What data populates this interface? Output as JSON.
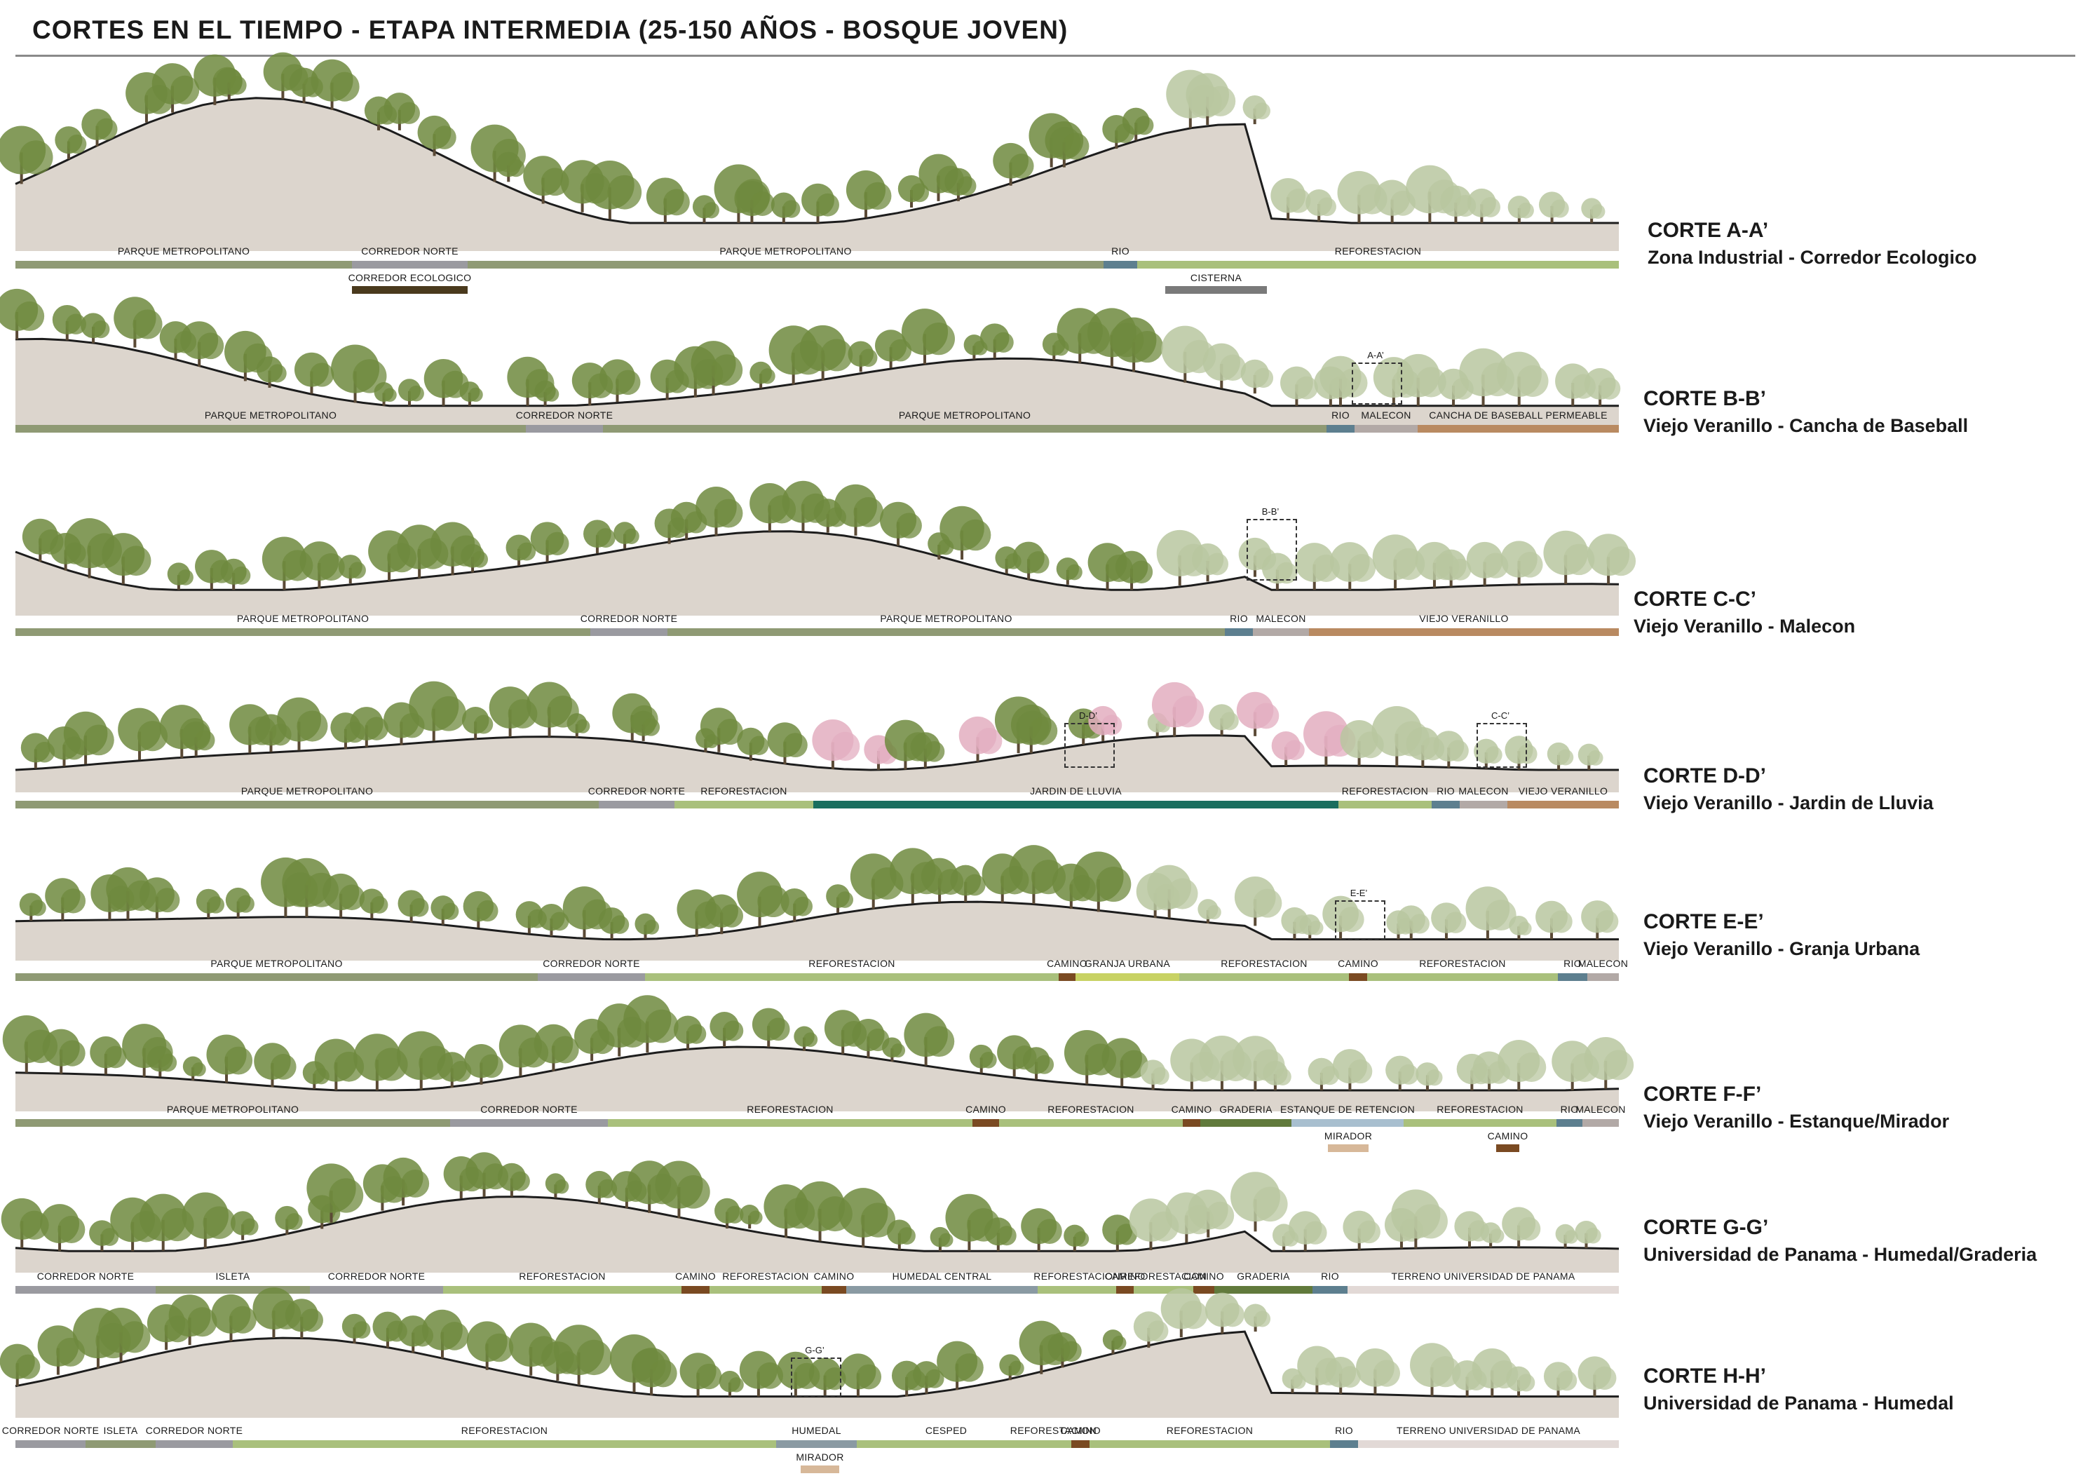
{
  "page_title": "CORTES EN EL TIEMPO - ETAPA INTERMEDIA (25-150 AÑOS - BOSQUE JOVEN)",
  "colors": {
    "parque": "#8f9a74",
    "corredor": "#9a9aa0",
    "reforestacion": "#a9c07c",
    "rio": "#5d7f8f",
    "malecon": "#b2a9a6",
    "viejo_veranillo": "#b98a61",
    "cancha": "#b98a61",
    "jardin": "#196e5e",
    "camino": "#7a4a22",
    "granja": "#c8d264",
    "graderia": "#617a3c",
    "estanque": "#a8bfcf",
    "humedal": "#8a9aa3",
    "cesped": "#a9c07c",
    "terreno": "#e2d9d6",
    "isleta": "#8f9a74",
    "corredor_ecologico": "#4a3a1d",
    "cisterna": "#7a7a7a",
    "mirador": "#d7b899",
    "ground": "#dcd5cd",
    "tree_dark": "#6f8a3e",
    "tree_light": "#b9c7a0",
    "tree_pink": "#e3aec0"
  },
  "sections": [
    {
      "id": "a",
      "title": "CORTE A-A’",
      "subtitle": "Zona Industrial - Corredor Ecologico",
      "zones": [
        {
          "label": "PARQUE METROPOLITANO",
          "color": "parque",
          "from": 0,
          "to": 480
        },
        {
          "label": "CORREDOR NORTE",
          "color": "corredor",
          "from": 480,
          "to": 645
        },
        {
          "label": "PARQUE METROPOLITANO",
          "color": "parque",
          "from": 645,
          "to": 1552
        },
        {
          "label": "RIO",
          "color": "rio",
          "from": 1552,
          "to": 1600
        },
        {
          "label": "REFORESTACION",
          "color": "reforestacion",
          "from": 1600,
          "to": 2287
        }
      ],
      "sub_bars": [
        {
          "label": "CORREDOR ECOLOGICO",
          "color": "corredor_ecologico",
          "from": 480,
          "to": 645
        },
        {
          "label": "CISTERNA",
          "color": "cisterna",
          "from": 1640,
          "to": 1785
        }
      ],
      "callouts": []
    },
    {
      "id": "b",
      "title": "CORTE B-B’",
      "subtitle": "Viejo Veranillo - Cancha de Baseball",
      "zones": [
        {
          "label": "PARQUE METROPOLITANO",
          "color": "parque",
          "from": 0,
          "to": 728
        },
        {
          "label": "CORREDOR NORTE",
          "color": "corredor",
          "from": 728,
          "to": 838
        },
        {
          "label": "PARQUE METROPOLITANO",
          "color": "parque",
          "from": 838,
          "to": 1870
        },
        {
          "label": "RIO",
          "color": "rio",
          "from": 1870,
          "to": 1910
        },
        {
          "label": "MALECON",
          "color": "malecon",
          "from": 1910,
          "to": 2000
        },
        {
          "label": "CANCHA DE BASEBALL PERMEABLE",
          "color": "cancha",
          "from": 2000,
          "to": 2287
        }
      ],
      "sub_bars": [],
      "callouts": [
        {
          "label": "A-A’",
          "at": 1940
        }
      ]
    },
    {
      "id": "c",
      "title": "CORTE C-C’",
      "subtitle": "Viejo Veranillo - Malecon",
      "zones": [
        {
          "label": "PARQUE METROPOLITANO",
          "color": "parque",
          "from": 0,
          "to": 820
        },
        {
          "label": "CORREDOR NORTE",
          "color": "corredor",
          "from": 820,
          "to": 930
        },
        {
          "label": "PARQUE METROPOLITANO",
          "color": "parque",
          "from": 930,
          "to": 1725
        },
        {
          "label": "RIO",
          "color": "rio",
          "from": 1725,
          "to": 1765
        },
        {
          "label": "MALECON",
          "color": "malecon",
          "from": 1765,
          "to": 1845
        },
        {
          "label": "VIEJO VERANILLO",
          "color": "viejo_veranillo",
          "from": 1845,
          "to": 2287
        }
      ],
      "sub_bars": [],
      "callouts": [
        {
          "label": "B-B’",
          "at": 1790
        }
      ]
    },
    {
      "id": "d",
      "title": "CORTE D-D’",
      "subtitle": "Viejo Veranillo - Jardin de Lluvia",
      "zones": [
        {
          "label": "PARQUE METROPOLITANO",
          "color": "parque",
          "from": 0,
          "to": 832
        },
        {
          "label": "CORREDOR NORTE",
          "color": "corredor",
          "from": 832,
          "to": 940
        },
        {
          "label": "REFORESTACION",
          "color": "reforestacion",
          "from": 940,
          "to": 1138
        },
        {
          "label": "JARDIN DE LLUVIA",
          "color": "jardin",
          "from": 1138,
          "to": 1887
        },
        {
          "label": "REFORESTACION",
          "color": "reforestacion",
          "from": 1887,
          "to": 2020
        },
        {
          "label": "RIO",
          "color": "rio",
          "from": 2020,
          "to": 2060
        },
        {
          "label": "MALECON",
          "color": "malecon",
          "from": 2060,
          "to": 2128
        },
        {
          "label": "VIEJO VERANILLO",
          "color": "viejo_veranillo",
          "from": 2128,
          "to": 2287
        }
      ],
      "sub_bars": [],
      "callouts": [
        {
          "label": "D-D’",
          "at": 1530
        },
        {
          "label": "C-C’",
          "at": 2118
        }
      ]
    },
    {
      "id": "e",
      "title": "CORTE E-E’",
      "subtitle": "Viejo Veranillo - Granja Urbana",
      "zones": [
        {
          "label": "PARQUE METROPOLITANO",
          "color": "parque",
          "from": 0,
          "to": 745
        },
        {
          "label": "CORREDOR NORTE",
          "color": "corredor",
          "from": 745,
          "to": 898
        },
        {
          "label": "REFORESTACION",
          "color": "reforestacion",
          "from": 898,
          "to": 1488
        },
        {
          "label": "CAMINO",
          "color": "camino",
          "from": 1488,
          "to": 1512
        },
        {
          "label": "GRANJA URBANA",
          "color": "granja",
          "from": 1512,
          "to": 1660
        },
        {
          "label": "REFORESTACION",
          "color": "reforestacion",
          "from": 1660,
          "to": 1902
        },
        {
          "label": "CAMINO",
          "color": "camino",
          "from": 1902,
          "to": 1928
        },
        {
          "label": "REFORESTACION",
          "color": "reforestacion",
          "from": 1928,
          "to": 2200
        },
        {
          "label": "RIO",
          "color": "rio",
          "from": 2200,
          "to": 2242
        },
        {
          "label": "MALECON",
          "color": "malecon",
          "from": 2242,
          "to": 2287
        }
      ],
      "sub_bars": [],
      "callouts": [
        {
          "label": "E-E’",
          "at": 1916
        }
      ]
    },
    {
      "id": "f",
      "title": "CORTE F-F’",
      "subtitle": "Viejo Veranillo - Estanque/Mirador",
      "zones": [
        {
          "label": "PARQUE METROPOLITANO",
          "color": "parque",
          "from": 0,
          "to": 620
        },
        {
          "label": "CORREDOR  NORTE",
          "color": "corredor",
          "from": 620,
          "to": 845
        },
        {
          "label": "REFORESTACION",
          "color": "reforestacion",
          "from": 845,
          "to": 1365
        },
        {
          "label": "CAMINO",
          "color": "camino",
          "from": 1365,
          "to": 1403
        },
        {
          "label": "REFORESTACION",
          "color": "reforestacion",
          "from": 1403,
          "to": 1665
        },
        {
          "label": "CAMINO",
          "color": "camino",
          "from": 1665,
          "to": 1690
        },
        {
          "label": "GRADERIA",
          "color": "graderia",
          "from": 1690,
          "to": 1820
        },
        {
          "label": "ESTANQUE DE RETENCION",
          "color": "estanque",
          "from": 1820,
          "to": 1980
        },
        {
          "label": "REFORESTACION",
          "color": "reforestacion",
          "from": 1980,
          "to": 2198
        },
        {
          "label": "RIO",
          "color": "rio",
          "from": 2198,
          "to": 2235
        },
        {
          "label": "MALECON",
          "color": "malecon",
          "from": 2235,
          "to": 2287
        }
      ],
      "sub_bars": [
        {
          "label": "MIRADOR",
          "color": "mirador",
          "from": 1872,
          "to": 1930
        },
        {
          "label": "CAMINO",
          "color": "camino",
          "from": 2112,
          "to": 2145
        }
      ],
      "callouts": []
    },
    {
      "id": "g",
      "title": "CORTE G-G’",
      "subtitle": "Universidad de Panama - Humedal/Graderia",
      "zones": [
        {
          "label": "CORREDOR NORTE",
          "color": "corredor",
          "from": 0,
          "to": 200
        },
        {
          "label": "ISLETA",
          "color": "isleta",
          "from": 200,
          "to": 420
        },
        {
          "label": "CORREDOR NORTE",
          "color": "corredor",
          "from": 420,
          "to": 610
        },
        {
          "label": "REFORESTACION",
          "color": "reforestacion",
          "from": 610,
          "to": 950
        },
        {
          "label": "CAMINO",
          "color": "camino",
          "from": 950,
          "to": 990
        },
        {
          "label": "REFORESTACION",
          "color": "reforestacion",
          "from": 990,
          "to": 1150
        },
        {
          "label": "CAMINO",
          "color": "camino",
          "from": 1150,
          "to": 1185
        },
        {
          "label": "HUMEDAL CENTRAL",
          "color": "humedal",
          "from": 1185,
          "to": 1458
        },
        {
          "label": "REFORESTACION",
          "color": "reforestacion",
          "from": 1458,
          "to": 1570
        },
        {
          "label": "CAMINO",
          "color": "camino",
          "from": 1570,
          "to": 1595
        },
        {
          "label": "REFORESTACION",
          "color": "reforestacion",
          "from": 1595,
          "to": 1680
        },
        {
          "label": "CAMINO",
          "color": "camino",
          "from": 1680,
          "to": 1710
        },
        {
          "label": "GRADERIA",
          "color": "graderia",
          "from": 1710,
          "to": 1850
        },
        {
          "label": "RIO",
          "color": "rio",
          "from": 1850,
          "to": 1900
        },
        {
          "label": "TERRENO UNIVERSIDAD DE PANAMA",
          "color": "terreno",
          "from": 1900,
          "to": 2287
        }
      ],
      "sub_bars": [],
      "callouts": []
    },
    {
      "id": "h",
      "title": "CORTE H-H’",
      "subtitle": "Universidad de Panama - Humedal",
      "zones": [
        {
          "label": "CORREDOR NORTE",
          "color": "corredor",
          "from": 0,
          "to": 100
        },
        {
          "label": "ISLETA",
          "color": "isleta",
          "from": 100,
          "to": 200
        },
        {
          "label": "CORREDOR NORTE",
          "color": "corredor",
          "from": 200,
          "to": 310
        },
        {
          "label": "REFORESTACION",
          "color": "reforestacion",
          "from": 310,
          "to": 1085
        },
        {
          "label": "HUMEDAL",
          "color": "humedal",
          "from": 1085,
          "to": 1200
        },
        {
          "label": "CESPED",
          "color": "cesped",
          "from": 1200,
          "to": 1455
        },
        {
          "label": "REFORESTACION",
          "color": "reforestacion",
          "from": 1455,
          "to": 1506
        },
        {
          "label": "CAMINO",
          "color": "camino",
          "from": 1506,
          "to": 1532
        },
        {
          "label": "REFORESTACION",
          "color": "reforestacion",
          "from": 1532,
          "to": 1875
        },
        {
          "label": "RIO",
          "color": "rio",
          "from": 1875,
          "to": 1915
        },
        {
          "label": "TERRENO UNIVERSIDAD DE PANAMA",
          "color": "terreno",
          "from": 1915,
          "to": 2287
        }
      ],
      "sub_bars": [
        {
          "label": "MIRADOR",
          "color": "mirador",
          "from": 1120,
          "to": 1175
        }
      ],
      "callouts": [
        {
          "label": "G-G’",
          "at": 1140
        }
      ]
    }
  ]
}
